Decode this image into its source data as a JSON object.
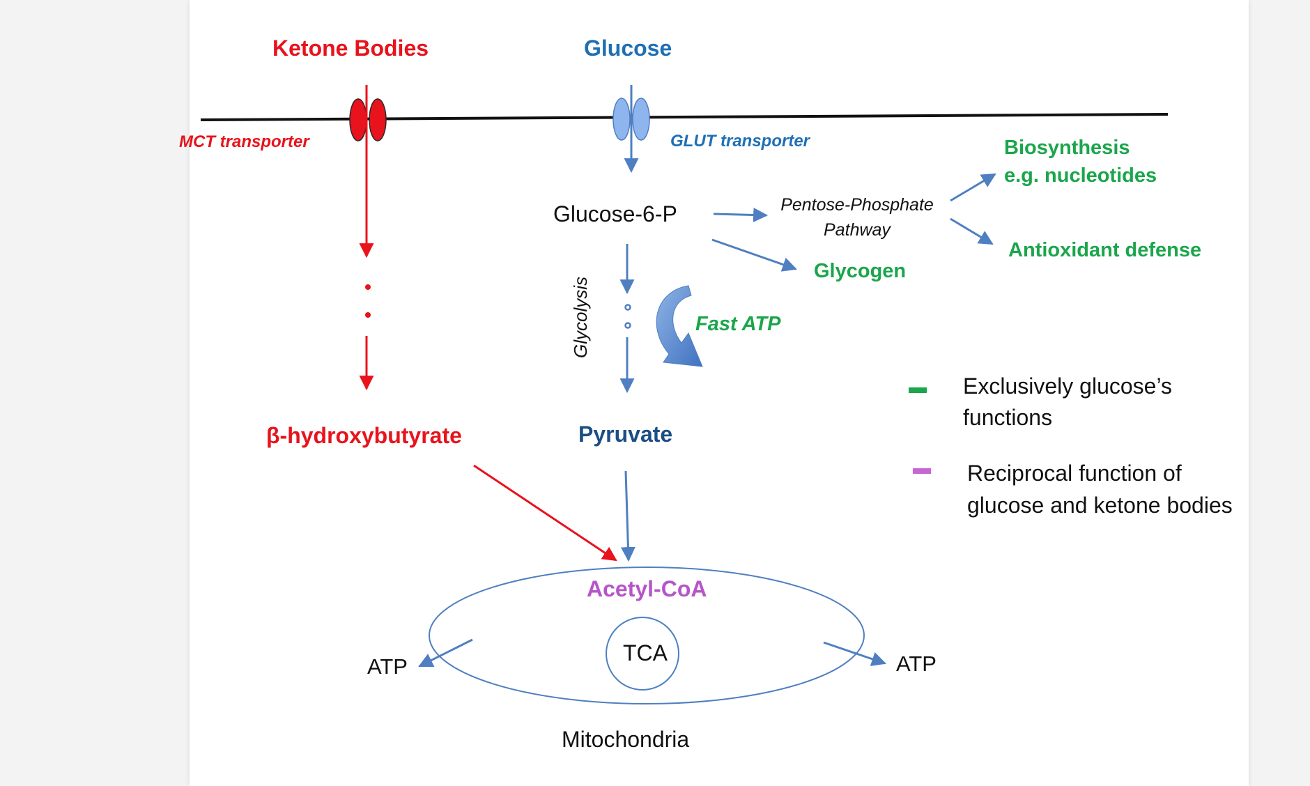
{
  "inputs": {
    "ketone_bodies": "Ketone Bodies",
    "glucose": "Glucose"
  },
  "transporters": {
    "mct": "MCT transporter",
    "glut": "GLUT transporter"
  },
  "metabolites": {
    "glucose_6_p": "Glucose-6-P",
    "beta_hydroxybutyrate": "β-hydroxybutyrate",
    "pyruvate": "Pyruvate",
    "acetyl_coa": "Acetyl-CoA",
    "glycogen": "Glycogen"
  },
  "pathways": {
    "ppp_line1": "Pentose-Phosphate",
    "ppp_line2": "Pathway",
    "glycolysis": "Glycolysis",
    "fast_atp": "Fast ATP"
  },
  "outputs": {
    "biosynthesis_line1": "Biosynthesis",
    "biosynthesis_line2": "e.g. nucleotides",
    "antioxidant": "Antioxidant defense",
    "atp_left": "ATP",
    "atp_right": "ATP"
  },
  "mitochondria": {
    "tca": "TCA",
    "label": "Mitochondria"
  },
  "legend": [
    {
      "color": "#1aa64b",
      "line1": "Exclusively glucose’s",
      "line2": "functions"
    },
    {
      "color": "#c766d3",
      "line1": "Reciprocal function of",
      "line2": "glucose and ketone bodies"
    }
  ],
  "colors": {
    "ketone_red": "#e8131c",
    "glucose_blue": "#1f6fb5",
    "arrow_blue": "#4f7fc0",
    "exclusive_green": "#1aa64b",
    "reciprocal_purple": "#b655c8"
  }
}
